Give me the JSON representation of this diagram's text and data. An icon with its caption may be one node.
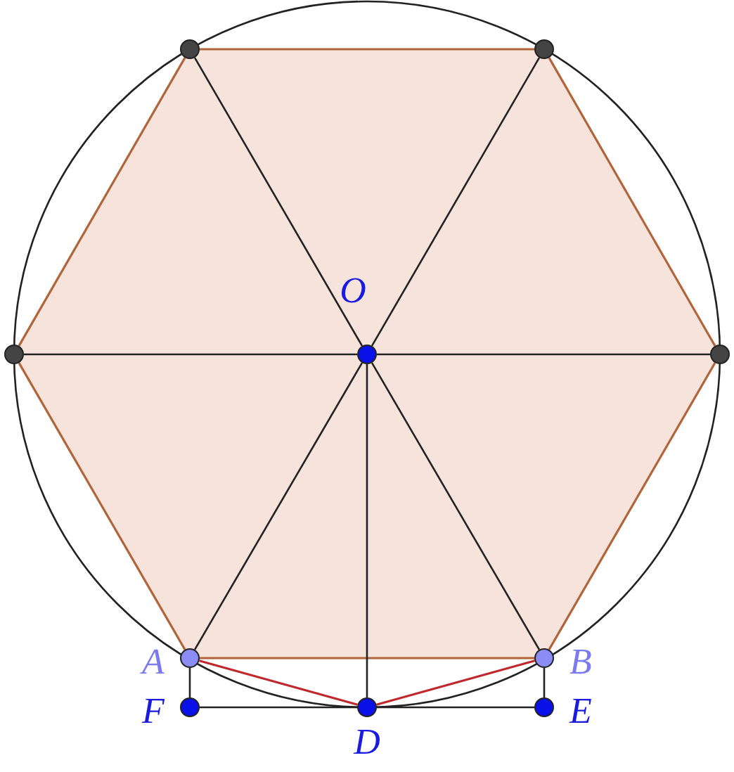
{
  "diagram": {
    "nodes": [
      {
        "text": [],
        "shape": "circle"
      },
      {
        "text": [],
        "shape": "circle"
      },
      {
        "text": [
          "O"
        ]
      },
      {
        "text": [],
        "shape": "circle"
      },
      {
        "text": [],
        "shape": "circle"
      },
      {
        "text": [
          "A"
        ]
      },
      {
        "text": [
          "B"
        ]
      },
      {
        "text": [
          "F"
        ]
      },
      {
        "text": [
          "D"
        ]
      },
      {
        "text": [
          "E"
        ]
      }
    ],
    "edges": [
      {
        "from": 0,
        "to": 1,
        "arrow": "none",
        "color": "#b0653a"
      },
      {
        "from": 1,
        "to": 4,
        "arrow": "none",
        "color": "#b0653a"
      },
      {
        "from": 4,
        "to": 6,
        "arrow": "none",
        "color": "#b0653a"
      },
      {
        "from": 6,
        "to": 5,
        "arrow": "none",
        "color": "#b0653a"
      },
      {
        "from": 5,
        "to": 3,
        "arrow": "none",
        "color": "#b0653a"
      },
      {
        "from": 3,
        "to": 0,
        "arrow": "none",
        "color": "#b0653a"
      },
      {
        "from": 2,
        "to": 0,
        "arrow": "none"
      },
      {
        "from": 2,
        "to": 1,
        "arrow": "none"
      },
      {
        "from": 2,
        "to": 3,
        "arrow": "none"
      },
      {
        "from": 2,
        "to": 4,
        "arrow": "none"
      },
      {
        "from": 2,
        "to": 5,
        "arrow": "none"
      },
      {
        "from": 2,
        "to": 6,
        "arrow": "none"
      },
      {
        "from": 2,
        "to": 8,
        "arrow": "none"
      },
      {
        "from": 5,
        "to": 8,
        "arrow": "none",
        "color": "#c0282d"
      },
      {
        "from": 8,
        "to": 6,
        "arrow": "none",
        "color": "#c0282d"
      },
      {
        "from": 5,
        "to": 7,
        "arrow": "none"
      },
      {
        "from": 7,
        "to": 8,
        "arrow": "none"
      },
      {
        "from": 8,
        "to": 9,
        "arrow": "none"
      },
      {
        "from": 9,
        "to": 6,
        "arrow": "none"
      }
    ]
  }
}
